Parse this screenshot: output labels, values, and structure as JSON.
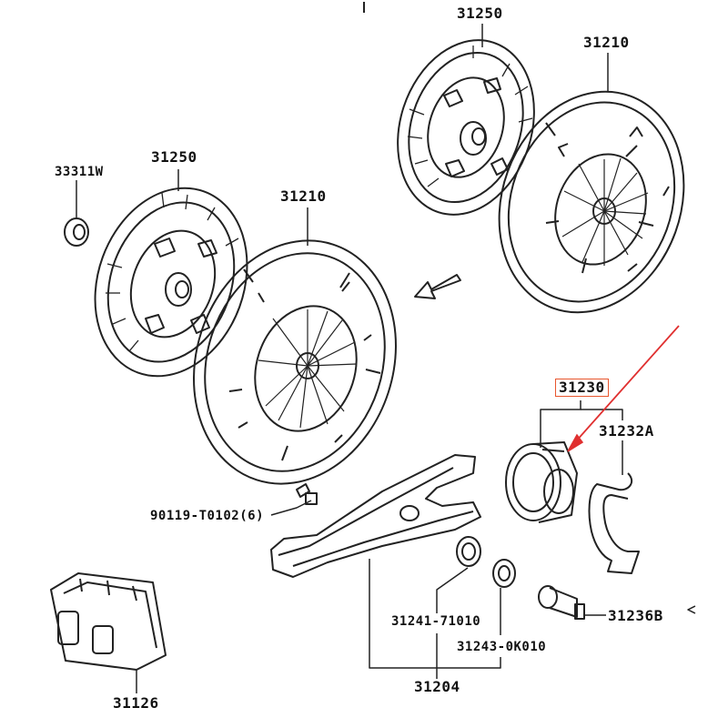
{
  "labels": {
    "disc_top": "31250",
    "cover_top": "31210",
    "bearing_small": "33311W",
    "disc_left": "31250",
    "cover_left": "31210",
    "release_bearing": "31230",
    "clip": "31232A",
    "bolt": "90119-T0102(6)",
    "boot": "31241-71010",
    "pivot": "31243-0K010",
    "fork_assy": "31204",
    "fitting": "31236B",
    "clutch_kit": "31126"
  },
  "colors": {
    "line": "#222222",
    "highlight_box": "#e8562e",
    "arrow": "#e03030"
  },
  "icons": {
    "flow_arrow": "hollow-arrow-icon",
    "pointer": "red-pointer-arrow"
  }
}
